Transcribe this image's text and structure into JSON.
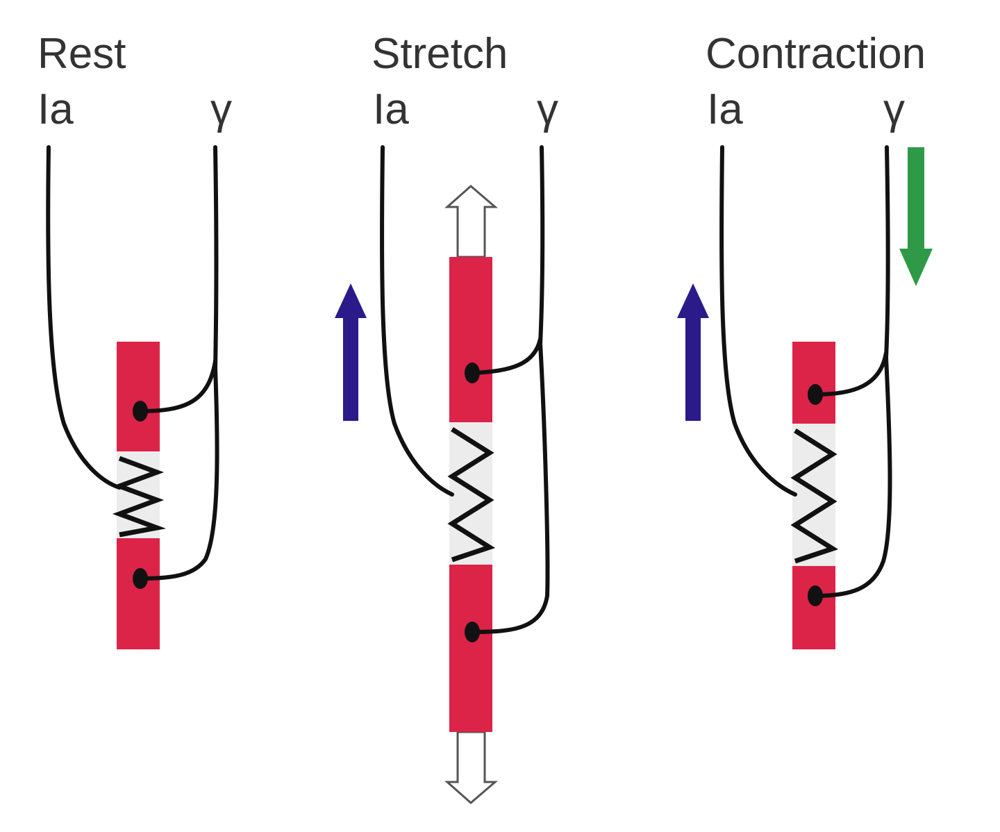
{
  "colors": {
    "fiber": "#dc2348",
    "equatorial": "#ececec",
    "afferent_arrow": "#2a1a8a",
    "gamma_arrow": "#2e9a47",
    "stretch_arrow": "#ffffff",
    "label": "#333333",
    "nerve": "#111111"
  },
  "icons": {
    "afferent_arrow": "up-arrow-icon",
    "gamma_arrow": "down-arrow-icon",
    "stretch_arrow": "double-arrow-icon"
  },
  "panels": [
    {
      "title": "Rest",
      "afferent_label": "Ia",
      "efferent_label": "γ"
    },
    {
      "title": "Stretch",
      "afferent_label": "Ia",
      "efferent_label": "γ"
    },
    {
      "title": "Contraction",
      "afferent_label": "Ia",
      "efferent_label": "γ"
    }
  ]
}
